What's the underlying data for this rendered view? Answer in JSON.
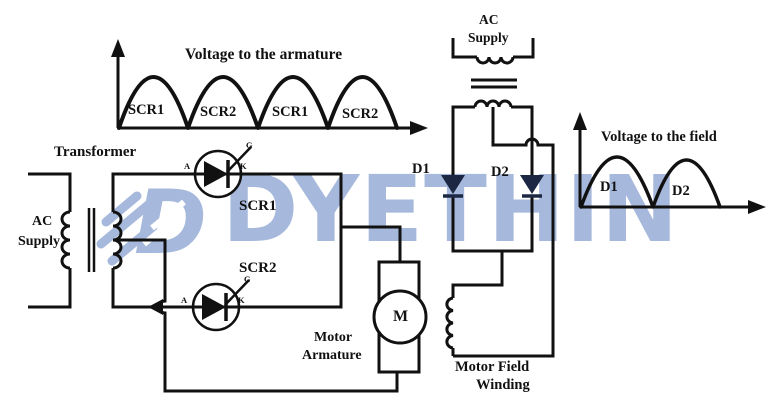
{
  "watermark": {
    "text": "DYETHIN",
    "color": "#a6b9dc"
  },
  "armature_wave": {
    "title": "Voltage to the armature",
    "pulses": [
      "SCR1",
      "SCR2",
      "SCR1",
      "SCR2"
    ]
  },
  "field_wave": {
    "title": "Voltage to the field",
    "pulses": [
      "D1",
      "D2"
    ]
  },
  "left_section": {
    "transformer_label": "Transformer",
    "ac_supply": {
      "line1": "AC",
      "line2": "Supply"
    },
    "scr1_label": "SCR1",
    "scr2_label": "SCR2",
    "terminals": {
      "anode": "A",
      "cathode": "K",
      "gate": "G"
    }
  },
  "right_section": {
    "ac_supply": {
      "line1": "AC",
      "line2": "Supply"
    },
    "d1_label": "D1",
    "d2_label": "D2",
    "field_winding_label": {
      "line1": "Motor Field",
      "line2": "Winding"
    }
  },
  "motor": {
    "symbol": "M",
    "label": {
      "line1": "Motor",
      "line2": "Armature"
    }
  }
}
